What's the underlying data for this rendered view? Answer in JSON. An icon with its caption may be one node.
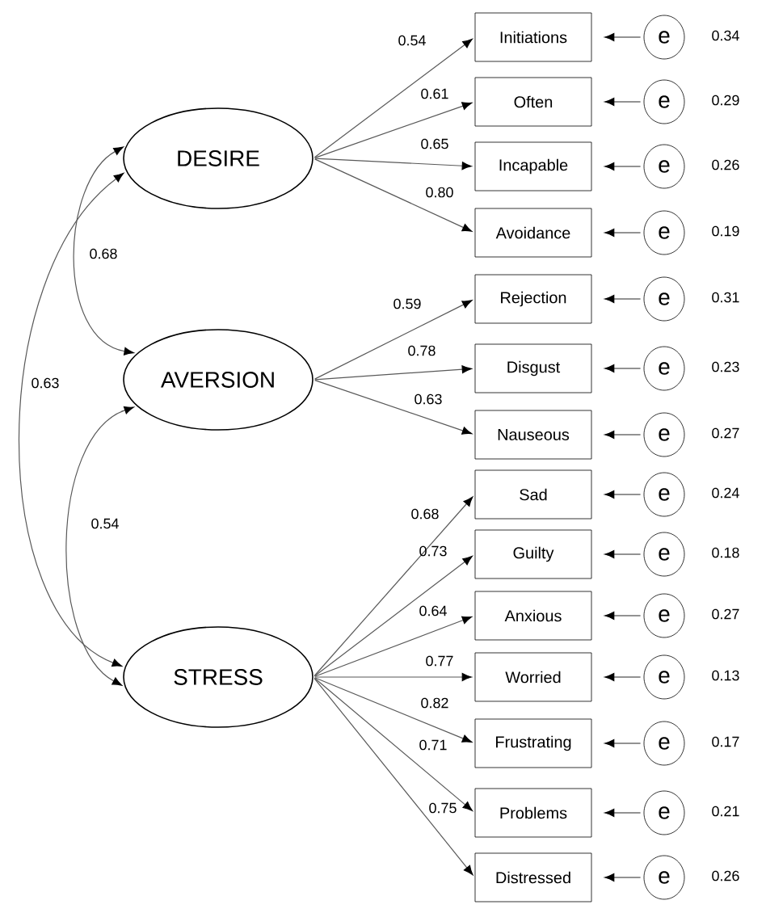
{
  "diagram": {
    "nodes": [
      {
        "text": [
          "DESIRE"
        ]
      },
      {
        "text": [
          "AVERSION"
        ]
      },
      {
        "text": [
          "STRESS"
        ]
      },
      {
        "text": [
          "Initiations"
        ]
      },
      {
        "text": [
          "Often"
        ]
      },
      {
        "text": [
          "Incapable"
        ]
      },
      {
        "text": [
          "Avoidance"
        ]
      },
      {
        "text": [
          "Rejection"
        ]
      },
      {
        "text": [
          "Disgust"
        ]
      },
      {
        "text": [
          "Nauseous"
        ]
      },
      {
        "text": [
          "Sad"
        ]
      },
      {
        "text": [
          "Guilty"
        ]
      },
      {
        "text": [
          "Anxious"
        ]
      },
      {
        "text": [
          "Worried"
        ]
      },
      {
        "text": [
          "Frustrating"
        ]
      },
      {
        "text": [
          "Problems"
        ]
      },
      {
        "text": [
          "Distressed"
        ]
      },
      {
        "text": [
          "e"
        ],
        "beside": [
          "0.34"
        ]
      },
      {
        "text": [
          "e"
        ],
        "beside": [
          "0.29"
        ]
      },
      {
        "text": [
          "e"
        ],
        "beside": [
          "0.26"
        ]
      },
      {
        "text": [
          "e"
        ],
        "beside": [
          "0.19"
        ]
      },
      {
        "text": [
          "e"
        ],
        "beside": [
          "0.31"
        ]
      },
      {
        "text": [
          "e"
        ],
        "beside": [
          "0.23"
        ]
      },
      {
        "text": [
          "e"
        ],
        "beside": [
          "0.27"
        ]
      },
      {
        "text": [
          "e"
        ],
        "beside": [
          "0.24"
        ]
      },
      {
        "text": [
          "e"
        ],
        "beside": [
          "0.18"
        ]
      },
      {
        "text": [
          "e"
        ],
        "beside": [
          "0.27"
        ]
      },
      {
        "text": [
          "e"
        ],
        "beside": [
          "0.13"
        ]
      },
      {
        "text": [
          "e"
        ],
        "beside": [
          "0.17"
        ]
      },
      {
        "text": [
          "e"
        ],
        "beside": [
          "0.21"
        ]
      },
      {
        "text": [
          "e"
        ],
        "beside": [
          "0.26"
        ]
      }
    ],
    "edges": [
      {
        "from": 0,
        "to": 1,
        "arrow": "both",
        "label": "0.68"
      },
      {
        "from": 0,
        "to": 2,
        "arrow": "both",
        "label": "0.63"
      },
      {
        "from": 1,
        "to": 2,
        "arrow": "both",
        "label": "0.54"
      },
      {
        "from": 0,
        "to": 3,
        "arrow": "to",
        "label": "0.54"
      },
      {
        "from": 0,
        "to": 4,
        "arrow": "to",
        "label": "0.61"
      },
      {
        "from": 0,
        "to": 5,
        "arrow": "to",
        "label": "0.65"
      },
      {
        "from": 0,
        "to": 6,
        "arrow": "to",
        "label": "0.80"
      },
      {
        "from": 1,
        "to": 7,
        "arrow": "to",
        "label": "0.59"
      },
      {
        "from": 1,
        "to": 8,
        "arrow": "to",
        "label": "0.78"
      },
      {
        "from": 1,
        "to": 9,
        "arrow": "to",
        "label": "0.63"
      },
      {
        "from": 2,
        "to": 10,
        "arrow": "to",
        "label": "0.68"
      },
      {
        "from": 2,
        "to": 11,
        "arrow": "to",
        "label": "0.73"
      },
      {
        "from": 2,
        "to": 12,
        "arrow": "to",
        "label": "0.64"
      },
      {
        "from": 2,
        "to": 13,
        "arrow": "to",
        "label": "0.77"
      },
      {
        "from": 2,
        "to": 14,
        "arrow": "to",
        "label": "0.82"
      },
      {
        "from": 2,
        "to": 15,
        "arrow": "to",
        "label": "0.71"
      },
      {
        "from": 2,
        "to": 16,
        "arrow": "to",
        "label": "0.75"
      },
      {
        "from": 17,
        "to": 3,
        "arrow": "to"
      },
      {
        "from": 18,
        "to": 4,
        "arrow": "to"
      },
      {
        "from": 19,
        "to": 5,
        "arrow": "to"
      },
      {
        "from": 20,
        "to": 6,
        "arrow": "to"
      },
      {
        "from": 21,
        "to": 7,
        "arrow": "to"
      },
      {
        "from": 22,
        "to": 8,
        "arrow": "to"
      },
      {
        "from": 23,
        "to": 9,
        "arrow": "to"
      },
      {
        "from": 24,
        "to": 10,
        "arrow": "to"
      },
      {
        "from": 25,
        "to": 11,
        "arrow": "to"
      },
      {
        "from": 26,
        "to": 12,
        "arrow": "to"
      },
      {
        "from": 27,
        "to": 13,
        "arrow": "to"
      },
      {
        "from": 28,
        "to": 14,
        "arrow": "to"
      },
      {
        "from": 29,
        "to": 15,
        "arrow": "to"
      },
      {
        "from": 30,
        "to": 16,
        "arrow": "to"
      }
    ]
  }
}
